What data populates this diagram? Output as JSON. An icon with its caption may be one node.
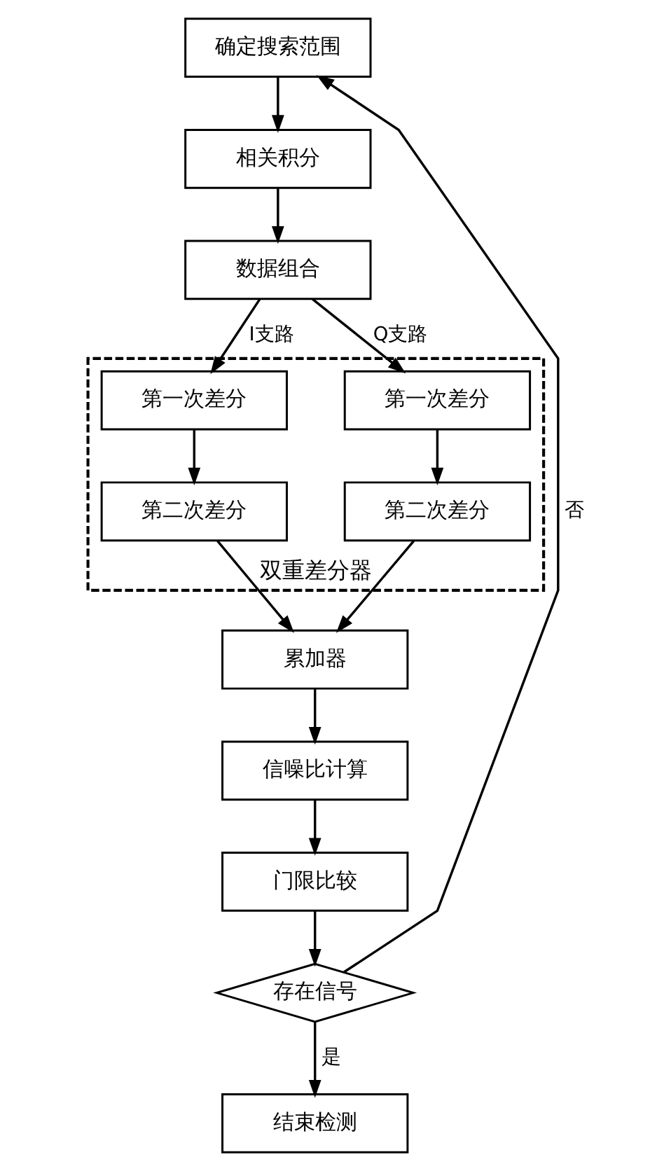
{
  "diagram": {
    "nodes": [
      {
        "text": [
          "确定搜索范围"
        ]
      },
      {
        "text": [
          "相关积分"
        ]
      },
      {
        "text": [
          "数据组合"
        ]
      },
      {
        "text": [
          "双重差分器"
        ]
      },
      {
        "text": [
          "第一次差分"
        ],
        "in": 3
      },
      {
        "text": [
          "第二次差分"
        ],
        "in": 3
      },
      {
        "text": [
          "第一次差分"
        ],
        "in": 3
      },
      {
        "text": [
          "第二次差分"
        ],
        "in": 3
      },
      {
        "text": [
          "累加器"
        ]
      },
      {
        "text": [
          "信噪比计算"
        ]
      },
      {
        "text": [
          "门限比较"
        ]
      },
      {
        "text": [
          "存在信号"
        ]
      },
      {
        "text": [
          "结束检测"
        ]
      }
    ],
    "edges": [
      {
        "from": 0,
        "to": 1,
        "arrow": "to"
      },
      {
        "from": 1,
        "to": 2,
        "arrow": "to"
      },
      {
        "from": 2,
        "to": 4,
        "arrow": "to",
        "label": "I支路"
      },
      {
        "from": 2,
        "to": 6,
        "arrow": "to",
        "label": "Q支路"
      },
      {
        "from": 4,
        "to": 5,
        "arrow": "to"
      },
      {
        "from": 6,
        "to": 7,
        "arrow": "to"
      },
      {
        "from": 5,
        "to": 8,
        "arrow": "to"
      },
      {
        "from": 7,
        "to": 8,
        "arrow": "to"
      },
      {
        "from": 8,
        "to": 9,
        "arrow": "to"
      },
      {
        "from": 9,
        "to": 10,
        "arrow": "to"
      },
      {
        "from": 10,
        "to": 11,
        "arrow": "to"
      },
      {
        "from": 11,
        "to": 12,
        "arrow": "to",
        "label": "是"
      },
      {
        "from": 11,
        "to": 0,
        "arrow": "to",
        "label": "否"
      }
    ]
  }
}
